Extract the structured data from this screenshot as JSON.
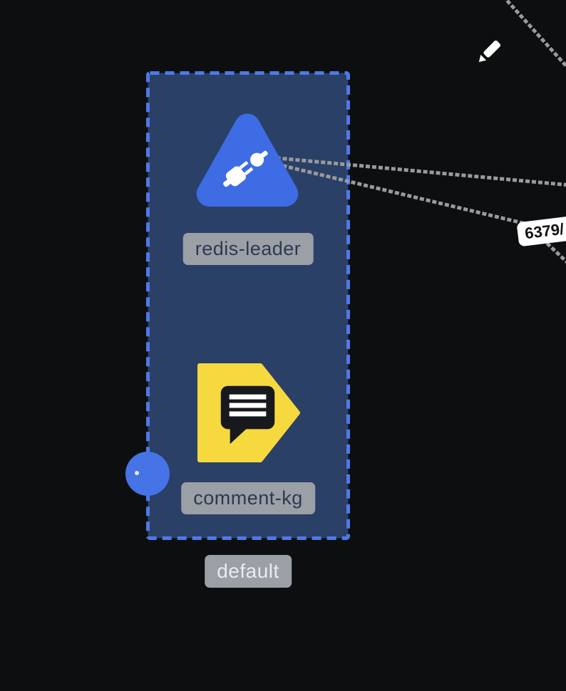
{
  "view": {
    "background": "#0d0e10"
  },
  "namespace": {
    "label": "default",
    "box_fill": "#2a4067",
    "box_border": "#4d7ae8"
  },
  "nodes": [
    {
      "id": "redis-leader",
      "label": "redis-leader",
      "icon": "plug-triangle-icon",
      "icon_shape_color": "#3d6ce4",
      "icon_glyph_color": "#ffffff"
    },
    {
      "id": "comment-kg",
      "label": "comment-kg",
      "icon": "comment-pentagon-icon",
      "icon_shape_color": "#f6d93e",
      "icon_glyph_color": "#17191d"
    }
  ],
  "edges": {
    "style": "dotted",
    "color": "#9a9a9a",
    "port_label": {
      "text": "6379/",
      "bg": "#ffffff",
      "fg": "#101010"
    }
  },
  "controls": {
    "edit_icon": "pencil-icon"
  },
  "connection_handle": {
    "color": "#4673e6"
  },
  "label_badge": {
    "bg": "#9aa0a6",
    "node_text_color": "#2e3950",
    "namespace_text_color": "#e9ebee"
  }
}
